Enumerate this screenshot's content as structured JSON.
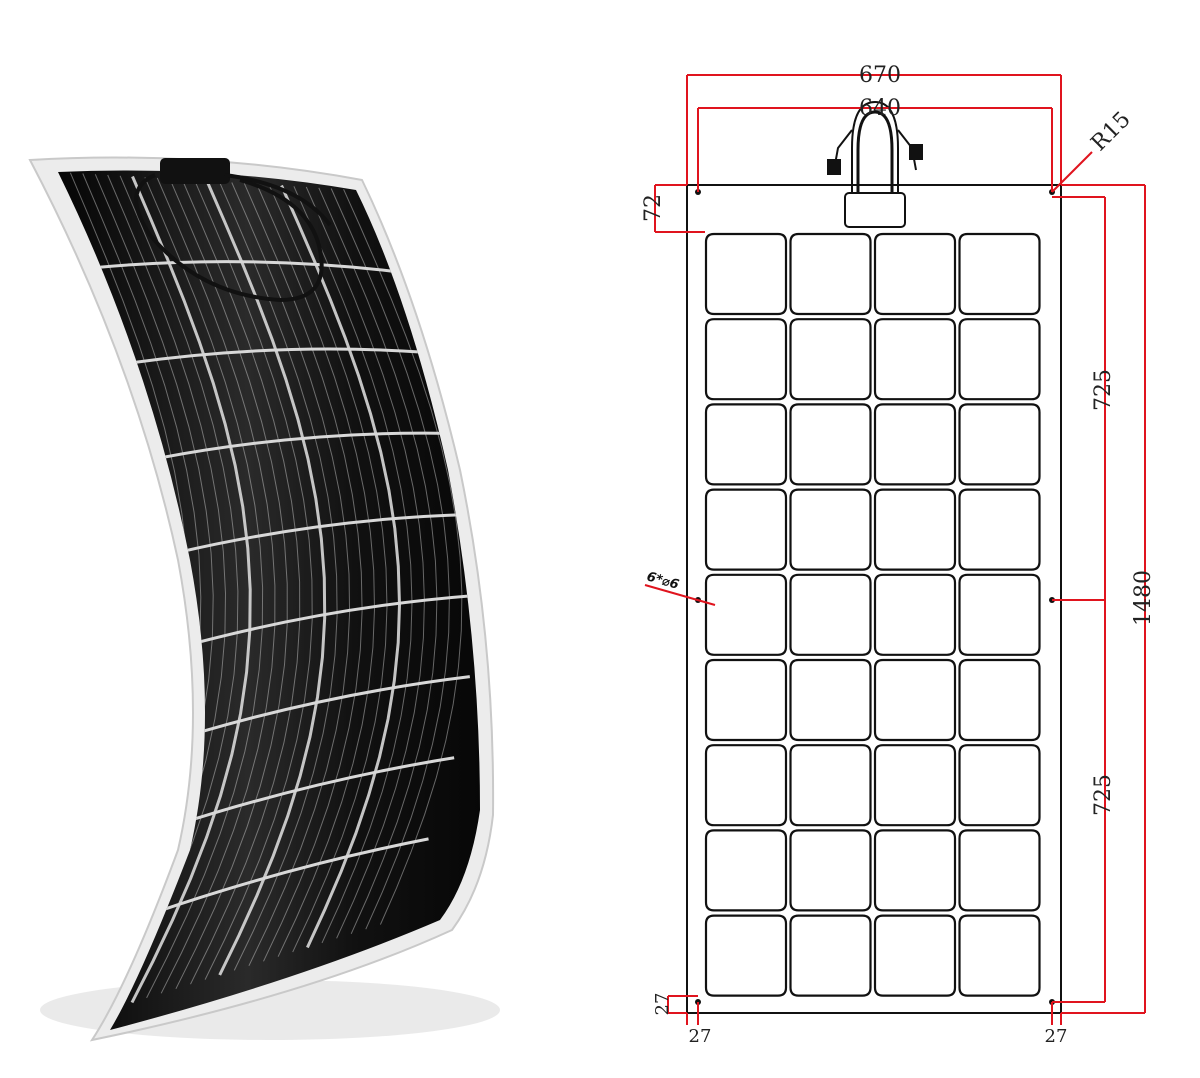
{
  "drawing": {
    "cells": {
      "rows": 9,
      "cols": 4
    },
    "dimensions": {
      "overall_width": "670",
      "hole_spacing_width": "640",
      "corner_radius": "R15",
      "top_offset": "72",
      "hole_half_spacing_upper": "725",
      "hole_half_spacing_lower": "725",
      "overall_length": "1480",
      "bottom_hole_vertical": "27",
      "bottom_hole_left": "27",
      "bottom_hole_right": "27",
      "hole_callout": "6*⌀6"
    },
    "colors": {
      "dimension_line": "#e0141e",
      "outline": "#111111",
      "cell_stroke": "#111111"
    }
  },
  "photo": {
    "panel_color": "#141414",
    "frame_color": "#e9e9e9",
    "grid_line_color": "#d8d8d8"
  }
}
